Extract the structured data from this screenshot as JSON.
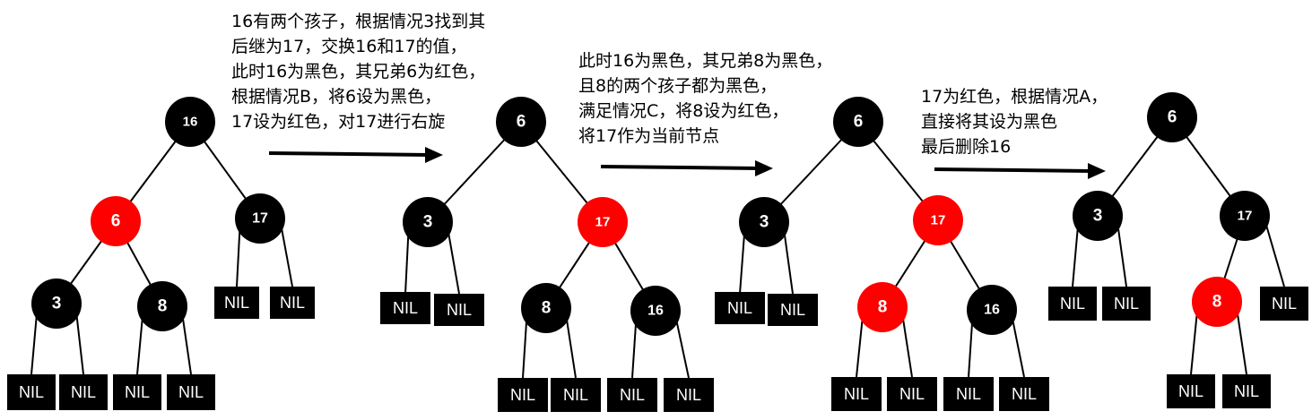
{
  "colors": {
    "black_node": "#000000",
    "red_node": "#ff0000",
    "nil_box": "#000000",
    "text": "#000000"
  },
  "steps": [
    {
      "description": [
        "16有两个孩子，根据情况3找到其",
        "后继为17，交换16和17的值，",
        "此时16为黑色，其兄弟6为红色，",
        "根据情况B，将6设为黑色，",
        "17设为红色，对17进行右旋"
      ],
      "tree": {
        "nodes": [
          {
            "id": "n16",
            "label": "16",
            "color": "black"
          },
          {
            "id": "n6",
            "label": "6",
            "color": "red"
          },
          {
            "id": "n17",
            "label": "17",
            "color": "black"
          },
          {
            "id": "n3",
            "label": "3",
            "color": "black"
          },
          {
            "id": "n8",
            "label": "8",
            "color": "black"
          }
        ],
        "nils": [
          "NIL",
          "NIL",
          "NIL",
          "NIL",
          "NIL",
          "NIL"
        ]
      }
    },
    {
      "description": [
        "此时16为黑色，其兄弟8为黑色，",
        "且8的两个孩子都为黑色，",
        "满足情况C，将8设为红色，",
        "将17作为当前节点"
      ],
      "tree": {
        "nodes": [
          {
            "id": "n6",
            "label": "6",
            "color": "black"
          },
          {
            "id": "n3",
            "label": "3",
            "color": "black"
          },
          {
            "id": "n17",
            "label": "17",
            "color": "red"
          },
          {
            "id": "n8",
            "label": "8",
            "color": "black"
          },
          {
            "id": "n16",
            "label": "16",
            "color": "black"
          }
        ],
        "nils": [
          "NIL",
          "NIL",
          "NIL",
          "NIL",
          "NIL",
          "NIL"
        ]
      }
    },
    {
      "description": [
        "17为红色，根据情况A，",
        "直接将其设为黑色",
        "最后删除16"
      ],
      "tree": {
        "nodes": [
          {
            "id": "n6",
            "label": "6",
            "color": "black"
          },
          {
            "id": "n3",
            "label": "3",
            "color": "black"
          },
          {
            "id": "n17",
            "label": "17",
            "color": "red"
          },
          {
            "id": "n8",
            "label": "8",
            "color": "red"
          },
          {
            "id": "n16",
            "label": "16",
            "color": "black"
          }
        ],
        "nils": [
          "NIL",
          "NIL",
          "NIL",
          "NIL",
          "NIL",
          "NIL"
        ]
      }
    },
    {
      "description": [],
      "tree": {
        "nodes": [
          {
            "id": "n6",
            "label": "6",
            "color": "black"
          },
          {
            "id": "n3",
            "label": "3",
            "color": "black"
          },
          {
            "id": "n17",
            "label": "17",
            "color": "black"
          },
          {
            "id": "n8",
            "label": "8",
            "color": "red"
          }
        ],
        "nils": [
          "NIL",
          "NIL",
          "NIL",
          "NIL",
          "NIL"
        ]
      }
    }
  ]
}
